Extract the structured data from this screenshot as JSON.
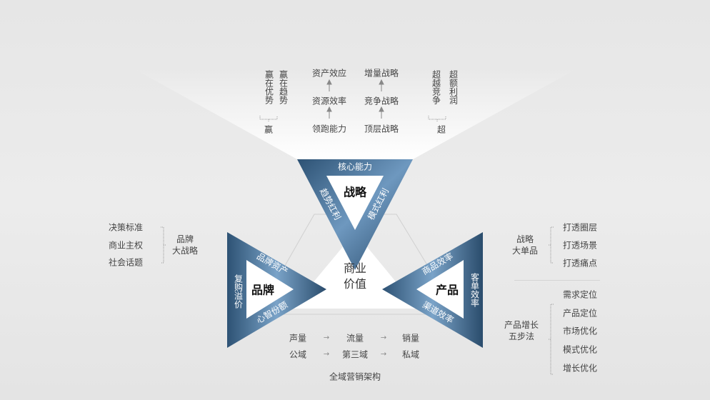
{
  "top": {
    "win_cols": [
      "赢在优势",
      "赢在趋势"
    ],
    "win_label": "赢",
    "col1": [
      "资产效应",
      "资源效率",
      "领跑能力"
    ],
    "col2": [
      "增量战略",
      "竞争战略",
      "顶层战略"
    ],
    "super_cols": [
      "超越竞争",
      "超额利润"
    ],
    "super_label": "超"
  },
  "strategy": {
    "title": "战略",
    "top": "核心能力",
    "left": "趋势红利",
    "right": "模式红利"
  },
  "brand": {
    "title": "品牌",
    "top": "品牌资产",
    "bottom": "心智份额",
    "side": "复购溢价"
  },
  "product": {
    "title": "产品",
    "top": "商品效率",
    "bottom": "渠道效率",
    "side": "客单效率"
  },
  "center": {
    "line1": "商业",
    "line2": "价值"
  },
  "left_panel": {
    "items": [
      "决策标准",
      "商业主权",
      "社会话题"
    ],
    "label1": "品牌",
    "label2": "大战略"
  },
  "right_panel": {
    "group1": {
      "label1": "战略",
      "label2": "大单品",
      "items": [
        "打透圈层",
        "打透场景",
        "打透痛点"
      ]
    },
    "group2": {
      "label1": "产品增长",
      "label2": "五步法",
      "items": [
        "需求定位",
        "产品定位",
        "市场优化",
        "模式优化",
        "增长优化"
      ]
    }
  },
  "bottom": {
    "row1": [
      "声量",
      "流量",
      "销量"
    ],
    "row2": [
      "公域",
      "第三域",
      "私域"
    ],
    "caption": "全域营销架构",
    "arrow": "→"
  },
  "colors": {
    "dark": "#2c4f6e",
    "light": "#7ea6c9"
  }
}
